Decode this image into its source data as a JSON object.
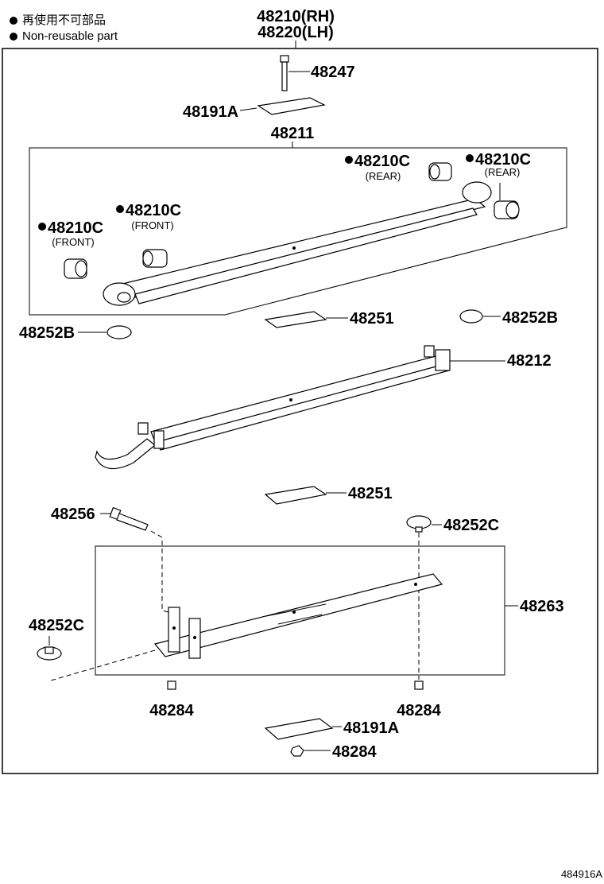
{
  "legend": [
    {
      "text": "再使用不可部品"
    },
    {
      "text": "Non-reusable part"
    }
  ],
  "header": {
    "line1": "48210(RH)",
    "line2": "48220(LH)"
  },
  "parts": {
    "p48247": "48247",
    "p48191A_top": "48191A",
    "p48211": "48211",
    "p48210C_rear_r": "48210C",
    "rear_r_sub": "(REAR)",
    "p48210C_rear_l": "48210C",
    "rear_l_sub": "(REAR)",
    "p48210C_front_r": "48210C",
    "front_r_sub": "(FRONT)",
    "p48210C_front_l": "48210C",
    "front_l_sub": "(FRONT)",
    "p48251_a": "48251",
    "p48252B_left": "48252B",
    "p48252B_right": "48252B",
    "p48212": "48212",
    "p48251_b": "48251",
    "p48256": "48256",
    "p48252C_right": "48252C",
    "p48263": "48263",
    "p48252C_left": "48252C",
    "p48284_a": "48284",
    "p48284_b": "48284",
    "p48191A_bottom": "48191A",
    "p48284_c": "48284"
  },
  "footer": {
    "code": "484916A"
  }
}
